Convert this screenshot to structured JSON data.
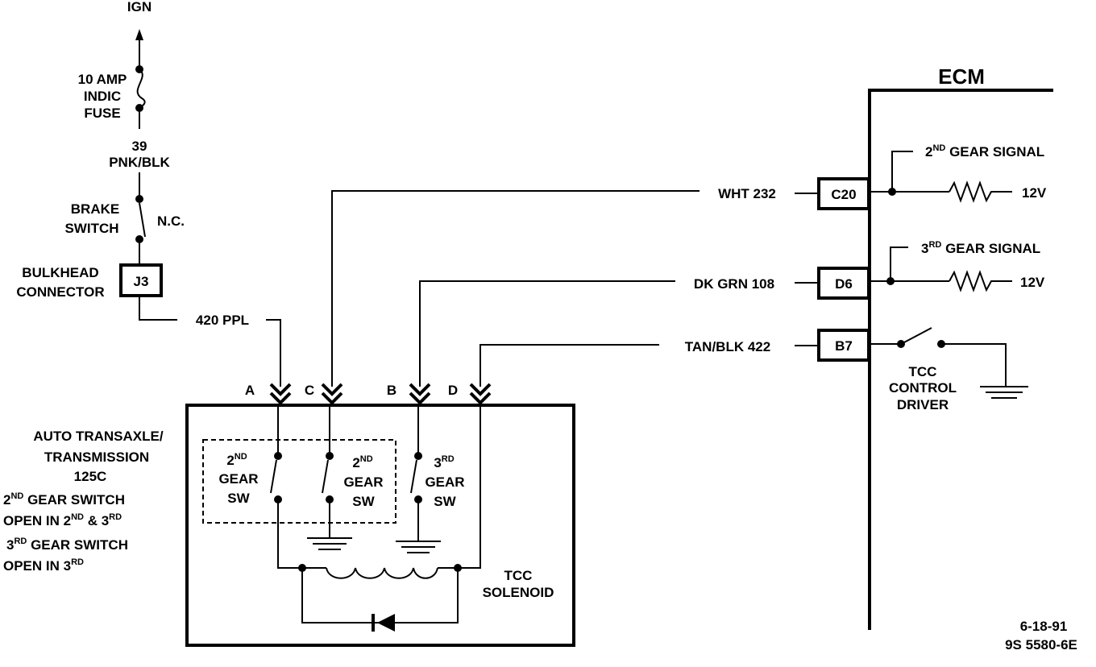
{
  "ign": "IGN",
  "fuse": {
    "line1": "10 AMP",
    "line2": "INDIC",
    "line3": "FUSE"
  },
  "wire_39": {
    "num": "39",
    "color": "PNK/BLK"
  },
  "brake_switch": {
    "line1": "BRAKE",
    "line2": "SWITCH",
    "state": "N.C."
  },
  "bulkhead": {
    "line1": "BULKHEAD",
    "line2": "CONNECTOR",
    "pin": "J3"
  },
  "wire_420": "420 PPL",
  "ecm": "ECM",
  "wire_wht": "WHT 232",
  "wire_dkgrn": "DK GRN 108",
  "wire_tan": "TAN/BLK 422",
  "ecm_pins": {
    "c20": "C20",
    "d6": "D6",
    "b7": "B7"
  },
  "signals": {
    "gear2": {
      "prefix": "2",
      "sup": "ND",
      "rest": " GEAR SIGNAL"
    },
    "gear3": {
      "prefix": "3",
      "sup": "RD",
      "rest": " GEAR SIGNAL"
    }
  },
  "voltage": "12V",
  "tcc_driver": {
    "line1": "TCC",
    "line2": "CONTROL",
    "line3": "DRIVER"
  },
  "connector_letters": {
    "a": "A",
    "c": "C",
    "b": "B",
    "d": "D"
  },
  "switches": {
    "sw1": {
      "n": "2",
      "sup": "ND",
      "gear": "GEAR",
      "sw": "SW"
    },
    "sw2": {
      "n": "2",
      "sup": "ND",
      "gear": "GEAR",
      "sw": "SW"
    },
    "sw3": {
      "n": "3",
      "sup": "RD",
      "gear": "GEAR",
      "sw": "SW"
    }
  },
  "tcc_solenoid": {
    "line1": "TCC",
    "line2": "SOLENOID"
  },
  "transaxle": {
    "line1": "AUTO TRANSAXLE/",
    "line2": "TRANSMISSION",
    "line3": "125C",
    "note1": {
      "n": "2",
      "sup": "ND",
      "rest": " GEAR SWITCH"
    },
    "note2": {
      "pre": "OPEN IN 2",
      "sup1": "ND",
      "mid": " & 3",
      "sup2": "RD"
    },
    "note3": {
      "n": "3",
      "sup": "RD",
      "rest": " GEAR SWITCH"
    },
    "note4": {
      "pre": "OPEN IN 3",
      "sup": "RD"
    }
  },
  "footer": {
    "date": "6-18-91",
    "code": "9S 5580-6E"
  }
}
